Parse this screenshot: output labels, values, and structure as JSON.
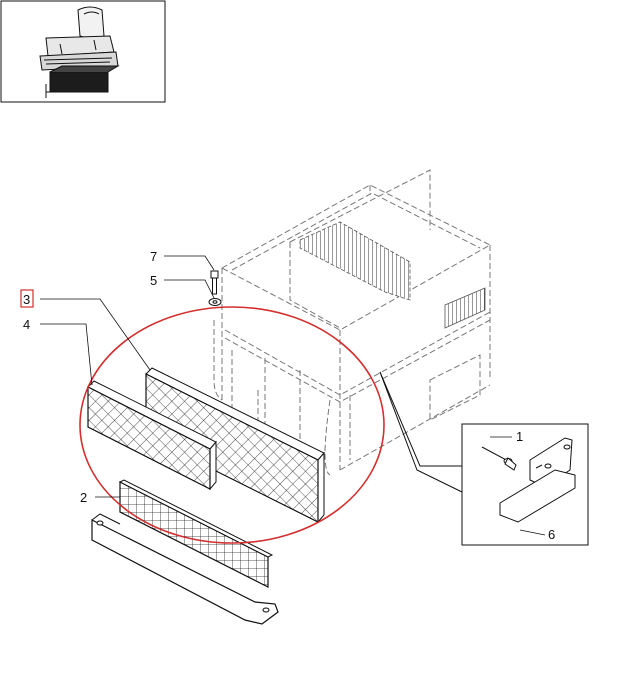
{
  "callouts": {
    "c1": "1",
    "c2": "2",
    "c3": "3",
    "c4": "4",
    "c5": "5",
    "c6": "6",
    "c7": "7"
  },
  "colors": {
    "line": "#111111",
    "dashed": "#777777",
    "highlight_ellipse": "#d32f2f",
    "selected_box": "#d32f2f",
    "fill_dark": "#222222"
  },
  "icons": [
    "seat-thumbnail-icon",
    "filter-mesh-icon"
  ]
}
